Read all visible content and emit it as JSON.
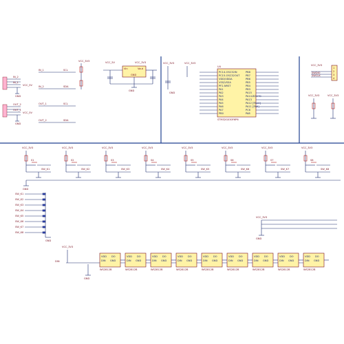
{
  "labels": {
    "vcc_3v3": "VCC_3V3",
    "vcc_5v": "VCC_5V",
    "gnd": "GND",
    "scl": "SCL",
    "sda": "SDA",
    "in_1": "IN_1",
    "in_2": "IN_2",
    "out_1": "OUT_1",
    "out_2": "OUT_2"
  },
  "regulator": {
    "vin": "Vin",
    "vout": "Vout",
    "gnd": "GND"
  },
  "mcu": {
    "ref": "U4",
    "left_pins": [
      "PC14-OSC32IN",
      "PC15-OSC32OUT",
      "VDD/VDDA",
      "VSS/VSSA",
      "PF2-NRST",
      "PA1",
      "PA2",
      "PA3",
      "PA4",
      "PA5",
      "PA6",
      "PA7",
      "PB0"
    ],
    "right_pins": [
      "PB8",
      "PB7",
      "PB6",
      "PB5",
      "PB4",
      "PB3",
      "PA15",
      "PA14-BOOT0",
      "PA13",
      "PA12 [PA10]",
      "PA11 [PA9]",
      "PC6",
      "PA8"
    ],
    "part": "STM32G030F6P6"
  },
  "header": {
    "label": "VCC_3V3",
    "pins": [
      "1",
      "2",
      "3",
      "4"
    ],
    "swdio": "SWDIO",
    "swclk": "SWCLK"
  },
  "switches": [
    "S1",
    "S2",
    "S3",
    "S4",
    "S5",
    "S6",
    "S7",
    "S8"
  ],
  "sw_nets": [
    "SW_K1",
    "SW_K2",
    "SW_K3",
    "SW_K4",
    "SW_K5",
    "SW_K6",
    "SW_K7",
    "SW_K8"
  ],
  "led": {
    "din": "DIN",
    "dout": "DO",
    "vdd": "VDD",
    "gnd": "GND",
    "part": "WS2812B"
  }
}
